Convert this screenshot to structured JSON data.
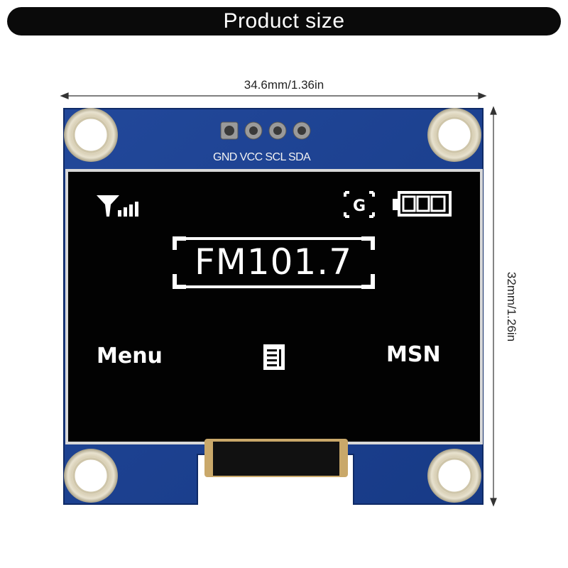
{
  "header": {
    "title": "Product size"
  },
  "dimensions": {
    "width": "34.6mm/1.36in",
    "height": "32mm/1.26in"
  },
  "module": {
    "pins": "GND VCC SCL SDA",
    "display": {
      "frequency": "FM101.7",
      "left_softkey": "Menu",
      "right_softkey": "MSN",
      "status_icons": [
        "signal-strength-icon",
        "g-network-icon",
        "battery-icon"
      ],
      "center_icon": "list-icon"
    },
    "colors": {
      "pcb": "#1d3f8f",
      "screen": "#020202",
      "pixel": "#ffffff"
    }
  }
}
